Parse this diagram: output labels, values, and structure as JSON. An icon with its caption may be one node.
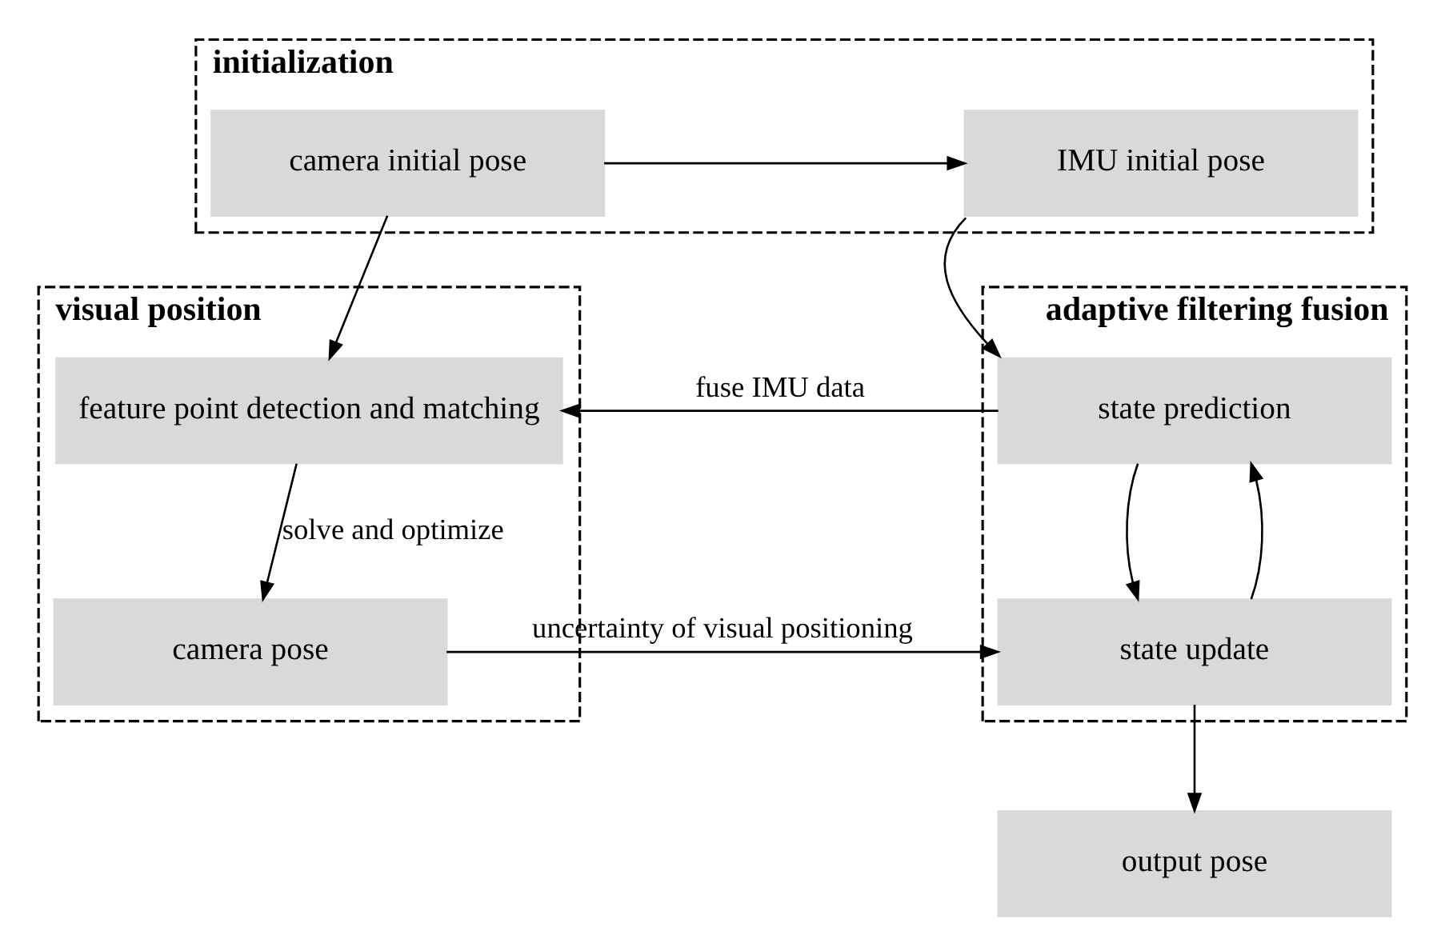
{
  "diagram": {
    "nodes": [
      {
        "text": [
          "initialization"
        ]
      },
      {
        "text": [
          "camera initial pose"
        ],
        "in": 0
      },
      {
        "text": [
          "IMU initial pose"
        ],
        "in": 0
      },
      {
        "text": [
          "visual position"
        ]
      },
      {
        "text": [
          "feature point detection and matching"
        ],
        "in": 3
      },
      {
        "text": [
          "camera pose"
        ],
        "in": 3
      },
      {
        "text": [
          "adaptive filtering fusion"
        ]
      },
      {
        "text": [
          "state prediction"
        ],
        "in": 6
      },
      {
        "text": [
          "state update"
        ],
        "in": 6
      },
      {
        "text": [
          "output pose"
        ]
      }
    ],
    "edges": [
      {
        "from": 1,
        "to": 2,
        "arrow": "to"
      },
      {
        "from": 1,
        "to": 4,
        "arrow": "to"
      },
      {
        "from": 2,
        "to": 7,
        "arrow": "to"
      },
      {
        "from": 7,
        "to": 4,
        "arrow": "to",
        "label": "fuse IMU data"
      },
      {
        "from": 4,
        "to": 5,
        "arrow": "to",
        "label": "solve and optimize"
      },
      {
        "from": 5,
        "to": 8,
        "arrow": "to",
        "label": "uncertainty of visual positioning"
      },
      {
        "from": 7,
        "to": 8,
        "arrow": "to"
      },
      {
        "from": 8,
        "to": 7,
        "arrow": "to"
      },
      {
        "from": 8,
        "to": 9,
        "arrow": "to"
      }
    ]
  }
}
